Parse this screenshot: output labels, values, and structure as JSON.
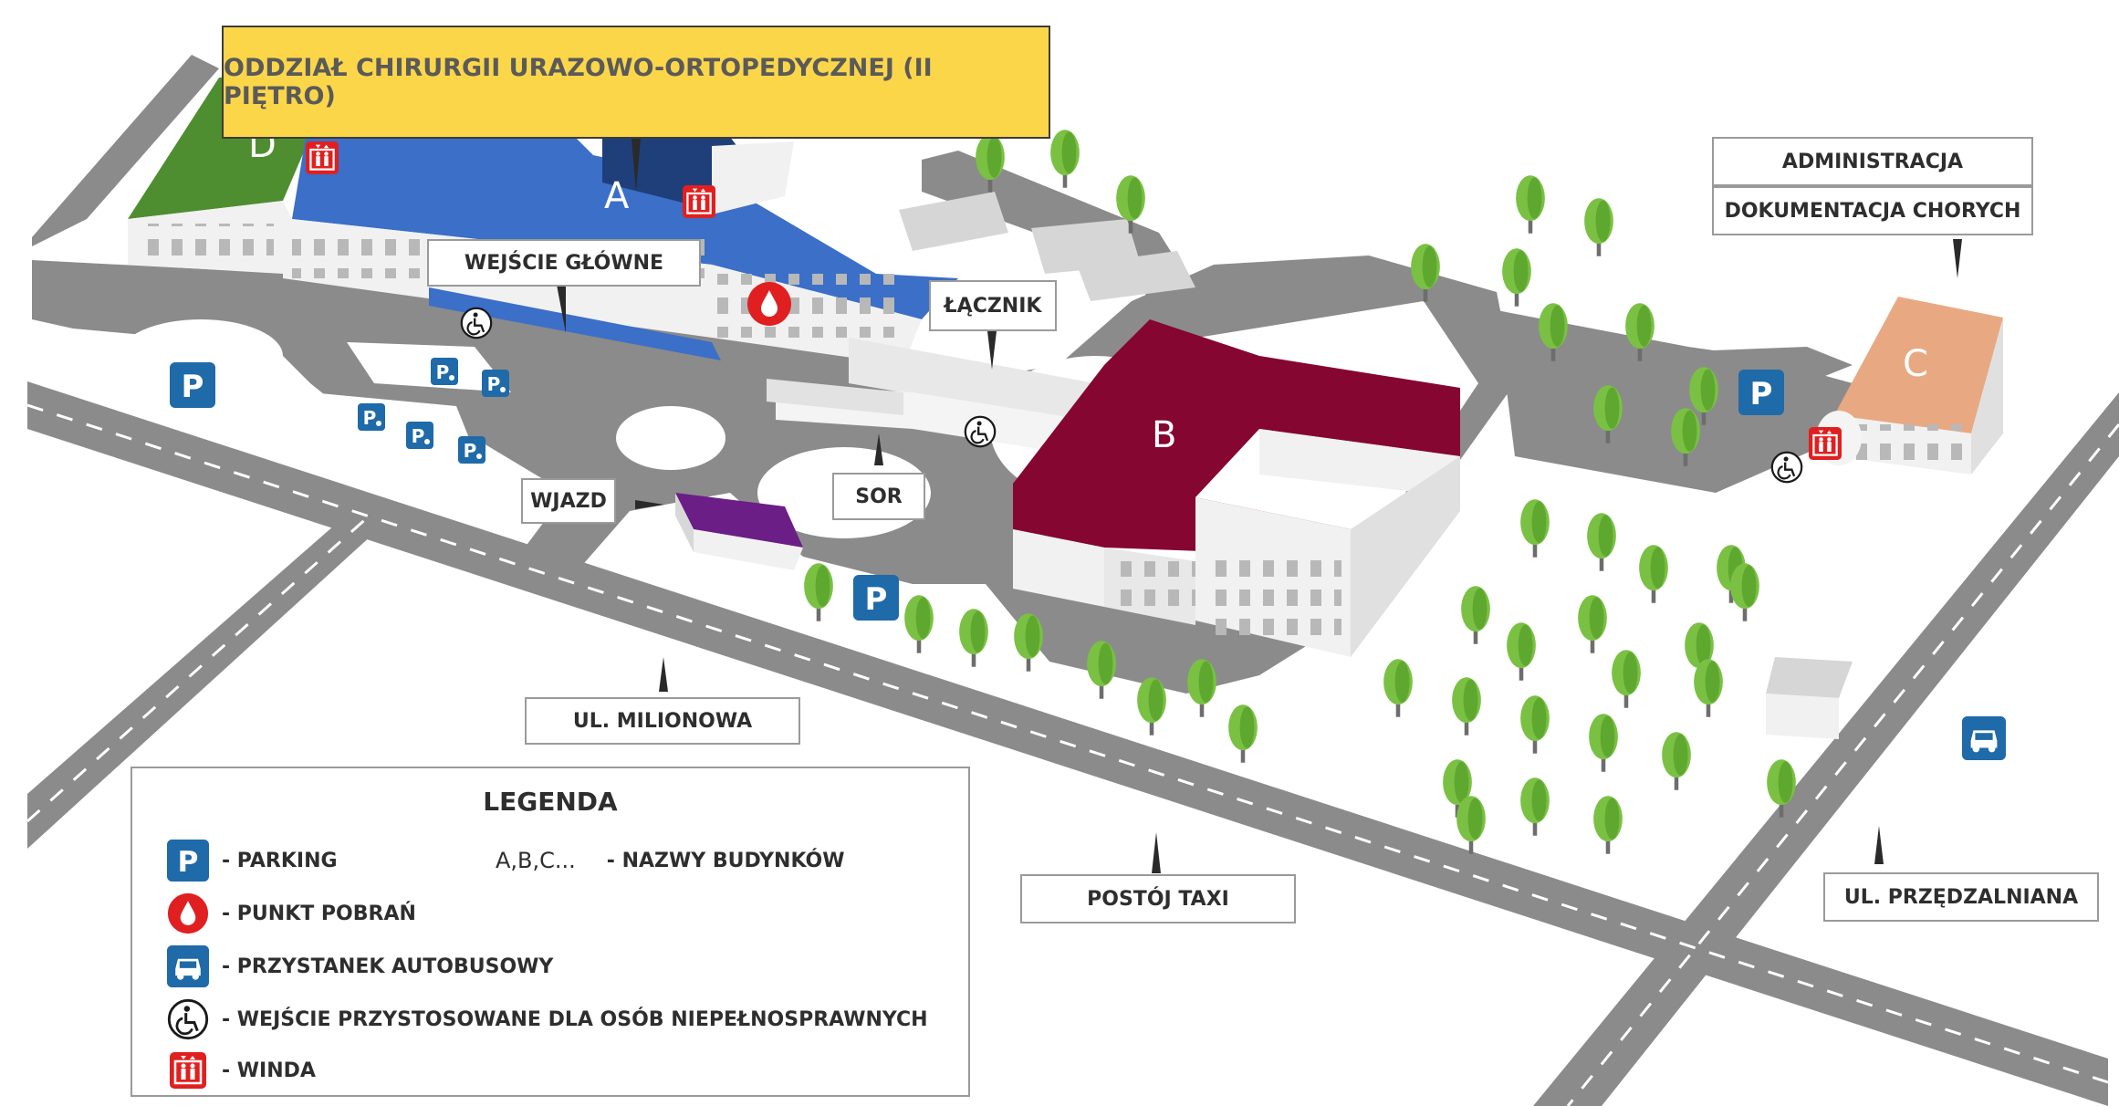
{
  "banner": {
    "text": "ODDZIAŁ CHIRURGII URAZOWO-ORTOPEDYCZNEJ (II PIĘTRO)"
  },
  "buildings": {
    "a": "A",
    "b": "B",
    "c": "C",
    "d": "D"
  },
  "labels": {
    "main_entrance": "WEJŚCIE GŁÓWNE",
    "connector": "ŁĄCZNIK",
    "emergency": "SOR",
    "entry": "WJAZD",
    "administration": "ADMINISTRACJA",
    "records": "DOKUMENTACJA CHORYCH",
    "street_milionowa": "UL. MILIONOWA",
    "taxi": "POSTÓJ TAXI",
    "street_przedzalniana": "UL. PRZĘDZALNIANA"
  },
  "map_icons": [
    "parking-icon",
    "punkt-pobran-icon",
    "bus-stop-icon",
    "wheelchair-icon",
    "elevator-icon",
    "disabled-parking-icon"
  ],
  "legend": {
    "title": "LEGENDA",
    "abc_sample": "A,B,C...",
    "abc_text": "- NAZWY BUDYNKÓW",
    "items": [
      {
        "icon": "parking-icon",
        "text": "- PARKING"
      },
      {
        "icon": "punkt-pobran-icon",
        "text": "- PUNKT POBRAŃ"
      },
      {
        "icon": "bus-stop-icon",
        "text": "- PRZYSTANEK AUTOBUSOWY"
      },
      {
        "icon": "wheelchair-icon",
        "text": "- WEJŚCIE PRZYSTOSOWANE DLA OSÓB NIEPEŁNOSPRAWNYCH"
      },
      {
        "icon": "elevator-icon",
        "text": "- WINDA"
      }
    ]
  },
  "colors": {
    "building_a": "#3b6fc8",
    "building_b": "#850630",
    "building_c": "#e8a982",
    "building_d": "#4f8e30",
    "road": "#8b8b8b",
    "tree": "#7ac143",
    "banner": "#fcd649",
    "icon_blue": "#1f6aa8",
    "icon_red": "#e02020"
  }
}
